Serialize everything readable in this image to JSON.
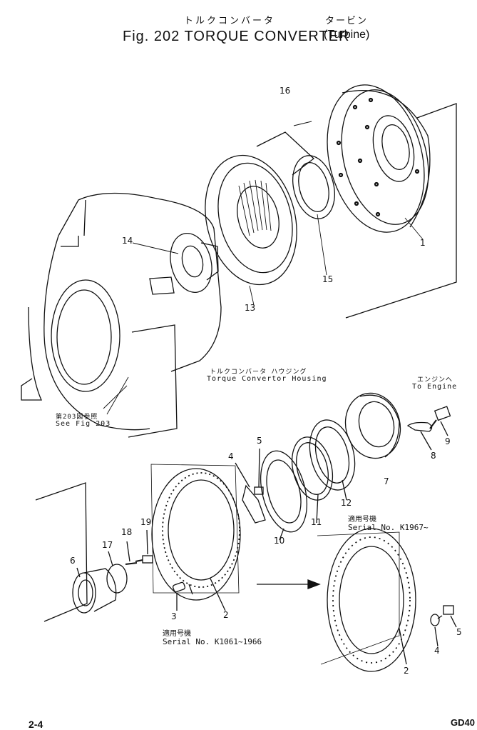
{
  "header": {
    "jp_title": "トルクコンバータ",
    "title": "Fig. 202 TORQUE CONVERTER",
    "sub_jp": "タービン",
    "sub": "(Turbine)"
  },
  "housing": {
    "jp": "トルクコンバータ ハウジング",
    "en": "Torque Convertor Housing"
  },
  "engine": {
    "jp": "エンジンへ",
    "en": "To Engine"
  },
  "see_fig": {
    "jp": "第203図参照",
    "en": "See Fig 203"
  },
  "serial_left": {
    "jp": "適用号機",
    "en": "Serial No. K1061~1966"
  },
  "serial_right": {
    "jp": "適用号機",
    "en": "Serial No. K1967~"
  },
  "callouts": [
    "1",
    "2",
    "3",
    "4",
    "5",
    "6",
    "7",
    "8",
    "9",
    "10",
    "11",
    "12",
    "13",
    "14",
    "15",
    "16",
    "17",
    "18",
    "19",
    "2",
    "4",
    "5"
  ],
  "page": "2-4",
  "model": "GD40"
}
